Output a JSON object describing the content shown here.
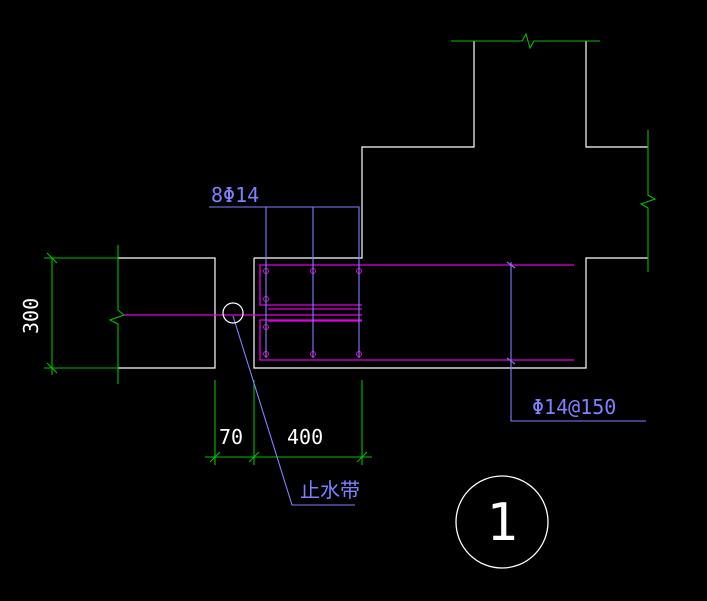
{
  "drawing": {
    "labels": {
      "rebar_count": "8Φ14",
      "dim_vertical": "300",
      "dim_joint_gap": "70",
      "dim_width": "400",
      "rebar_spacing": "Φ14@150",
      "waterstop": "止水带",
      "detail_number": "1"
    },
    "colors": {
      "background": "#000000",
      "outline": "#FFFFFF",
      "dimension": "#00C000",
      "rebar": "#E000E0",
      "leader": "#8080FF",
      "text_dimension": "#FFFFFF",
      "text_leader": "#8080FF"
    }
  }
}
